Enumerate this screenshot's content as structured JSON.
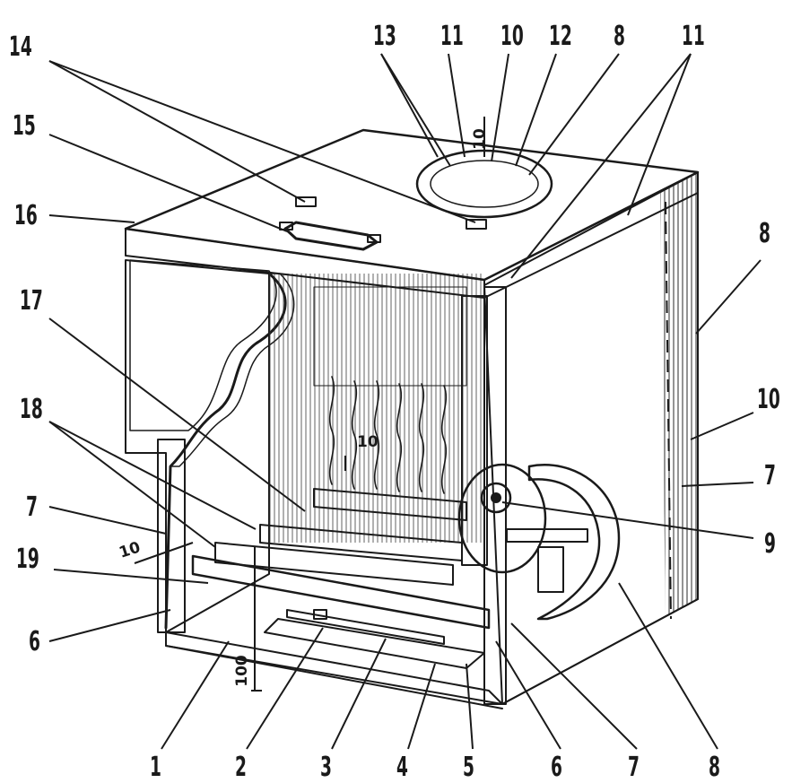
{
  "callouts": {
    "c1": "1",
    "c2": "2",
    "c3": "3",
    "c4": "4",
    "c5": "5",
    "c6_bottom": "6",
    "c7_bottom": "7",
    "c8_bottom": "8",
    "c6_left": "6",
    "c7_left": "7",
    "c19": "19",
    "c18": "18",
    "c17": "17",
    "c16": "16",
    "c15": "15",
    "c14": "14",
    "c13": "13",
    "c11_top": "11",
    "c10_top": "10",
    "c12": "12",
    "c8_top": "8",
    "c11_right": "11",
    "c8_right": "8",
    "c10_right": "10",
    "c7_right": "7",
    "c9": "9"
  },
  "dimensions": {
    "d10_lid": "10",
    "d10_back": "10",
    "d10_left": "10",
    "d100": "100"
  }
}
